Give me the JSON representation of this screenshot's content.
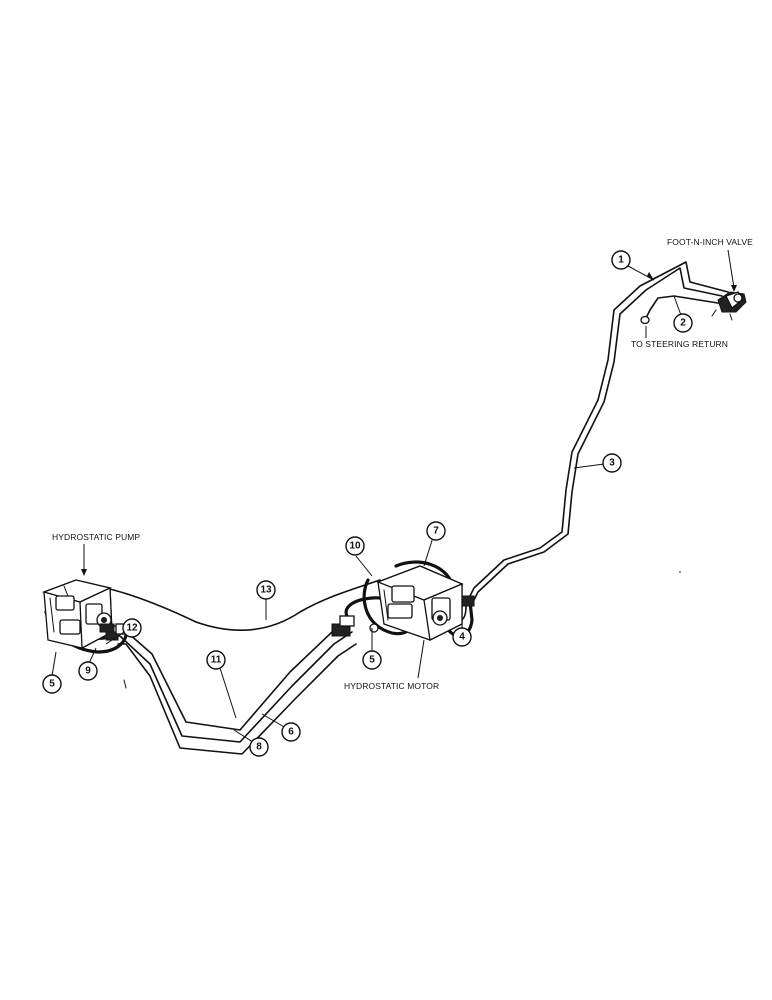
{
  "labels": {
    "foot_inch_valve": "FOOT-N-INCH VALVE",
    "steering_return": "TO STEERING RETURN",
    "hydrostatic_pump": "HYDROSTATIC PUMP",
    "hydrostatic_motor": "HYDROSTATIC MOTOR"
  },
  "callouts": {
    "c1": "1",
    "c2": "2",
    "c3": "3",
    "c4": "4",
    "c5a": "5",
    "c5b": "5",
    "c6": "6",
    "c7": "7",
    "c8": "8",
    "c9": "9",
    "c10": "10",
    "c11": "11",
    "c12": "12",
    "c13": "13"
  }
}
